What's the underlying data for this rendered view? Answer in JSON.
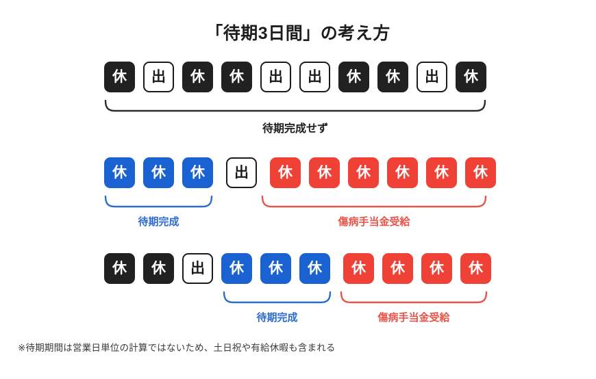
{
  "title": "「待期3日間」の考え方",
  "footnote": "※待期期間は営業日単位の計算ではないため、土日祝や有給休暇も含まれる",
  "colors": {
    "dark": "#212121",
    "light_border": "#1a1a1a",
    "blue": "#1a62d2",
    "red": "#ef4136",
    "blue_label": "#2c6bd0",
    "red_label": "#e8544a",
    "dark_label": "#1d1d1f",
    "background": "#ffffff"
  },
  "glyphs": {
    "rest": "休",
    "work": "出"
  },
  "rows": [
    {
      "id": "row-1",
      "groups": [
        {
          "id": "row1-group-all",
          "style": "mixed",
          "boxes": [
            {
              "label": "休",
              "style": "dark"
            },
            {
              "label": "出",
              "style": "light"
            },
            {
              "label": "休",
              "style": "dark"
            },
            {
              "label": "休",
              "style": "dark"
            },
            {
              "label": "出",
              "style": "light"
            },
            {
              "label": "出",
              "style": "light"
            },
            {
              "label": "休",
              "style": "dark"
            },
            {
              "label": "休",
              "style": "dark"
            },
            {
              "label": "出",
              "style": "light"
            },
            {
              "label": "休",
              "style": "dark"
            }
          ]
        }
      ],
      "brackets": [
        {
          "id": "row1-bracket",
          "label": "待期完成せず",
          "style": "dark"
        }
      ]
    },
    {
      "id": "row-2",
      "groups": [
        {
          "id": "row2-group-blue",
          "style": "blue",
          "boxes": [
            {
              "label": "休",
              "style": "blue"
            },
            {
              "label": "休",
              "style": "blue"
            },
            {
              "label": "休",
              "style": "blue"
            }
          ]
        },
        {
          "id": "row2-group-work",
          "style": "light",
          "boxes": [
            {
              "label": "出",
              "style": "light"
            }
          ]
        },
        {
          "id": "row2-group-red",
          "style": "red",
          "boxes": [
            {
              "label": "休",
              "style": "red"
            },
            {
              "label": "休",
              "style": "red"
            },
            {
              "label": "休",
              "style": "red"
            },
            {
              "label": "休",
              "style": "red"
            },
            {
              "label": "休",
              "style": "red"
            },
            {
              "label": "休",
              "style": "red"
            }
          ]
        }
      ],
      "brackets": [
        {
          "id": "row2-bracket-blue",
          "label": "待期完成",
          "style": "blue"
        },
        {
          "id": "row2-bracket-red",
          "label": "傷病手当金受給",
          "style": "red"
        }
      ]
    },
    {
      "id": "row-3",
      "groups": [
        {
          "id": "row3-group-dark",
          "style": "dark",
          "boxes": [
            {
              "label": "休",
              "style": "dark"
            },
            {
              "label": "休",
              "style": "dark"
            },
            {
              "label": "出",
              "style": "light"
            }
          ]
        },
        {
          "id": "row3-group-blue",
          "style": "blue",
          "boxes": [
            {
              "label": "休",
              "style": "blue"
            },
            {
              "label": "休",
              "style": "blue"
            },
            {
              "label": "休",
              "style": "blue"
            }
          ]
        },
        {
          "id": "row3-group-red",
          "style": "red",
          "boxes": [
            {
              "label": "休",
              "style": "red"
            },
            {
              "label": "休",
              "style": "red"
            },
            {
              "label": "休",
              "style": "red"
            },
            {
              "label": "休",
              "style": "red"
            }
          ]
        }
      ],
      "brackets": [
        {
          "id": "row3-bracket-blue",
          "label": "待期完成",
          "style": "blue"
        },
        {
          "id": "row3-bracket-red",
          "label": "傷病手当金受給",
          "style": "red"
        }
      ]
    }
  ]
}
